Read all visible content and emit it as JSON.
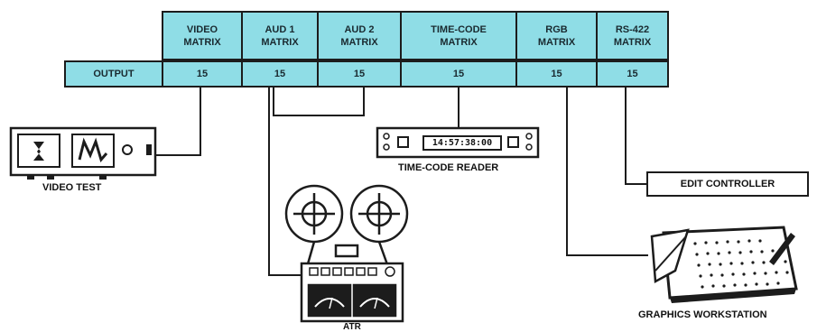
{
  "matrix_table": {
    "corner_label": "",
    "row_label": "OUTPUT",
    "columns": [
      {
        "name": "VIDEO\nMATRIX",
        "output": "15"
      },
      {
        "name": "AUD 1\nMATRIX",
        "output": "15"
      },
      {
        "name": "AUD 2\nMATRIX",
        "output": "15"
      },
      {
        "name": "TIME-CODE\nMATRIX",
        "output": "15"
      },
      {
        "name": "RGB\nMATRIX",
        "output": "15"
      },
      {
        "name": "RS-422\nMATRIX",
        "output": "15"
      }
    ]
  },
  "devices": {
    "video_test": "VIDEO TEST",
    "time_code_reader": "TIME-CODE READER",
    "time_code_display": "14:57:38:00",
    "atr": "ATR",
    "edit_controller": "EDIT CONTROLLER",
    "graphics_workstation": "GRAPHICS WORKSTATION"
  },
  "colors": {
    "cell_fill": "#8fdde6",
    "line": "#1c1c1c"
  }
}
